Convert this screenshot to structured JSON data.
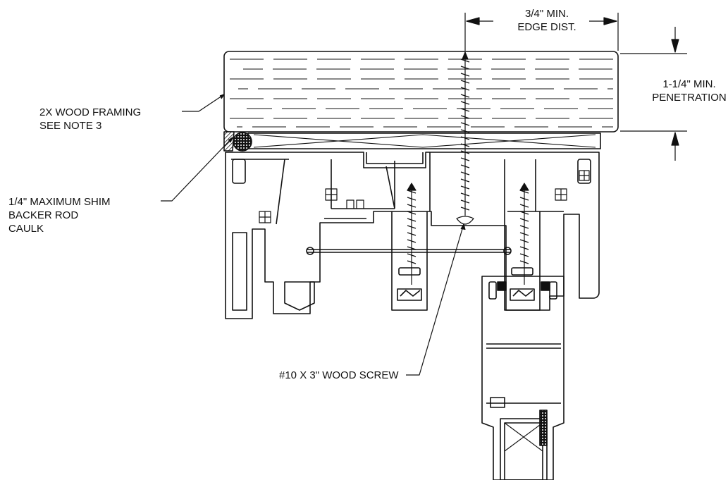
{
  "labels": {
    "edge_distance": [
      "3/4\" MIN.",
      "EDGE DIST."
    ],
    "penetration": [
      "1-1/4\" MIN.",
      "PENETRATION"
    ],
    "wood_framing": [
      "2X WOOD FRAMING",
      "SEE NOTE 3"
    ],
    "shim": [
      "1/4\" MAXIMUM SHIM",
      "BACKER ROD",
      "CAULK"
    ],
    "screw": "#10 X 3\" WOOD SCREW"
  },
  "colors": {
    "line": "#111111",
    "background": "#ffffff"
  }
}
